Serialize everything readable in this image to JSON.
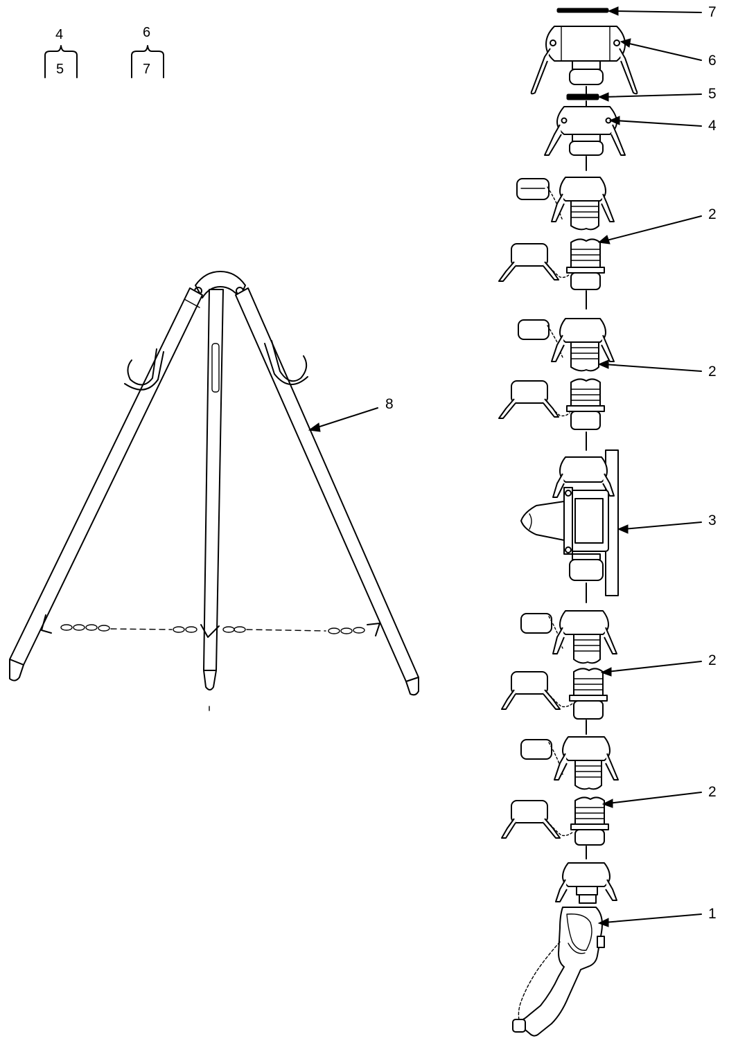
{
  "key": {
    "group_a": {
      "top": "4",
      "bottom": "5"
    },
    "group_b": {
      "top": "6",
      "bottom": "7"
    }
  },
  "callouts": {
    "gasket_top": "7",
    "coupler_top": "6",
    "gasket_mid": "5",
    "coupler_mid": "4",
    "hose_1": "2",
    "hose_2": "2",
    "manifold": "3",
    "hose_3": "2",
    "hose_4": "2",
    "nozzle": "1",
    "tripod": "8"
  },
  "colors": {
    "ink": "#000000",
    "background": "#ffffff"
  }
}
